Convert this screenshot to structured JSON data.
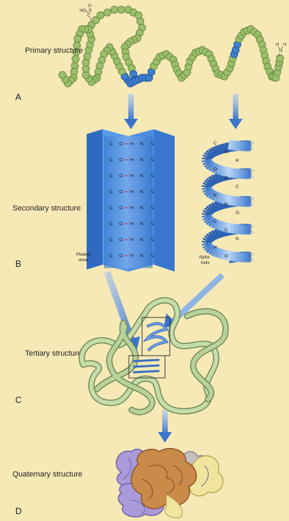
{
  "labels": {
    "primary": "Primary structure",
    "secondary": "Secondary structure",
    "tertiary": "Tertiary structure",
    "quaternary": "Quaternary structure"
  },
  "letters": {
    "a": "A",
    "b": "B",
    "c": "C",
    "d": "D"
  },
  "chain_ends": {
    "carboxyl_ho": "HO",
    "carboxyl_c": "C",
    "carboxyl_o": "O",
    "amino_h1": "H",
    "amino_n": "N",
    "amino_h2": "H"
  },
  "captions": {
    "pleated_line1": "Pleated",
    "pleated_line2": "sheet",
    "helix_line1": "Alpha",
    "helix_line2": "helix"
  },
  "sheet_atoms": [
    "C",
    "O",
    "H",
    "N",
    "C"
  ],
  "colors": {
    "background": "#f6e9b6",
    "residue_green": "#9cbf6a",
    "residue_blue": "#3d7fd0",
    "sheet_blue": "#4b8de0",
    "helix_blue": "#5d98e3",
    "arrow_blue": "#4f86d6",
    "ribbon_green": "#b7cf9a",
    "purple": "#a99ad9",
    "orange": "#c98a4a",
    "yellow": "#f1e59d",
    "grey": "#bdb5b5"
  }
}
